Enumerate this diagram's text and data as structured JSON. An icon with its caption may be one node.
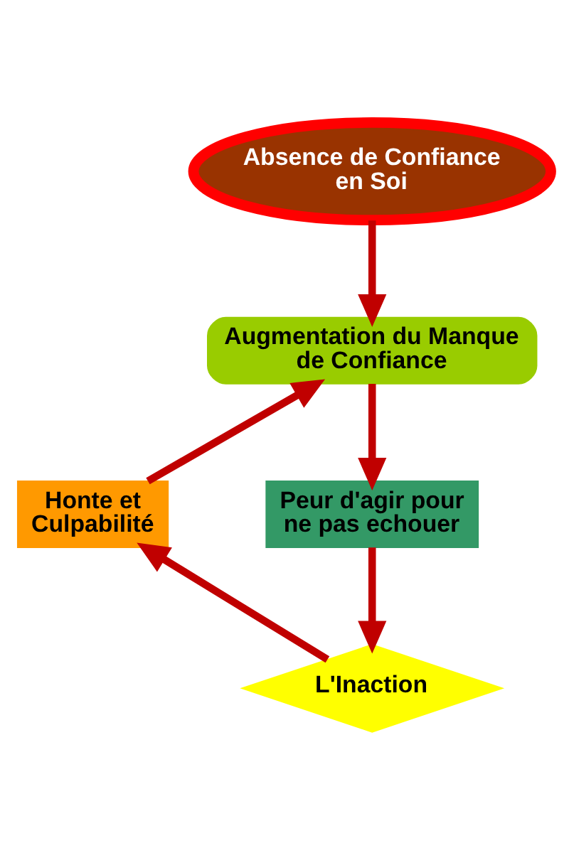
{
  "diagram": {
    "nodes": [
      {
        "text": [
          "Absence de Confiance en Soi"
        ]
      },
      {
        "text": [
          "Augmentation du Manque de Confiance"
        ]
      },
      {
        "text": [
          "Honte et Culpabilité"
        ]
      },
      {
        "text": [
          "Peur d'agir pour ne pas echouer"
        ]
      },
      {
        "text": [
          "L'Inaction"
        ]
      }
    ],
    "edges": [
      {
        "from": 0,
        "to": 1,
        "arrow": "to"
      },
      {
        "from": 1,
        "to": 3,
        "arrow": "to"
      },
      {
        "from": 3,
        "to": 4,
        "arrow": "to"
      },
      {
        "from": 4,
        "to": 2,
        "arrow": "to"
      },
      {
        "from": 2,
        "to": 1,
        "arrow": "to"
      }
    ]
  }
}
